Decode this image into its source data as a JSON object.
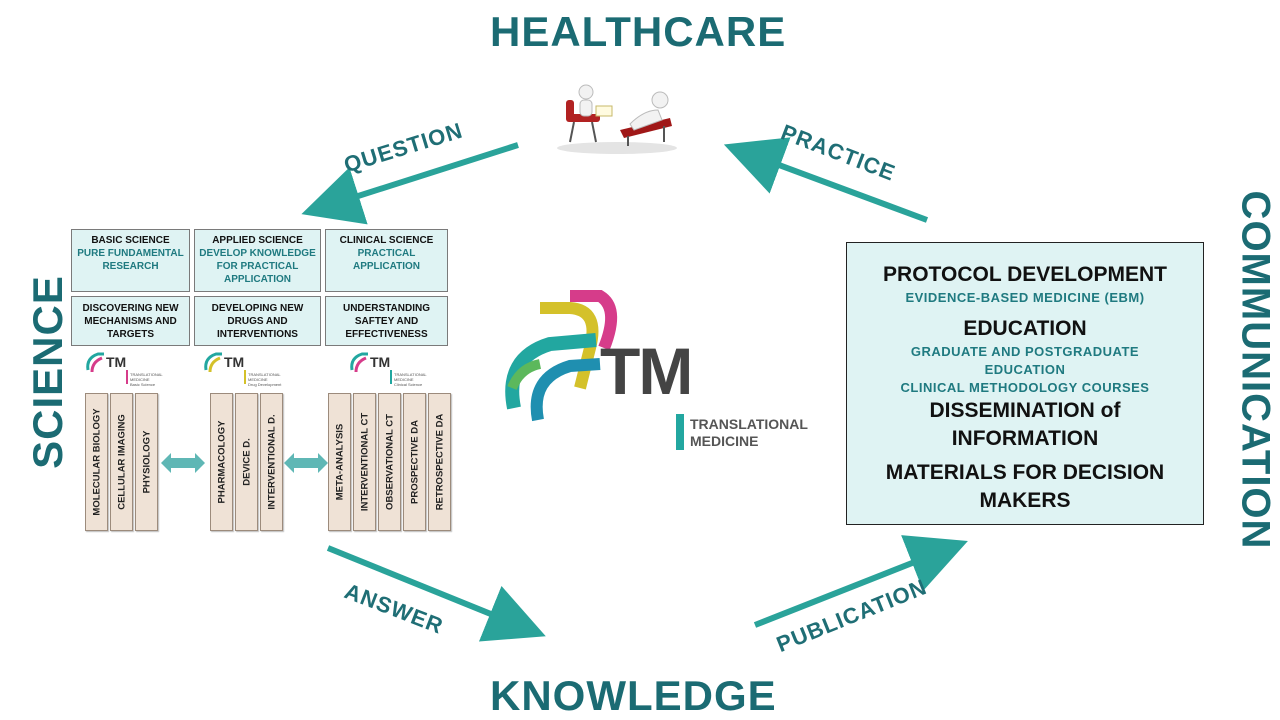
{
  "titles": {
    "healthcare": "HEALTHCARE",
    "science": "SCIENCE",
    "communication": "COMMUNICATION",
    "knowledge": "KNOWLEDGE"
  },
  "arrows": {
    "question": "QUESTION",
    "practice": "PRACTICE",
    "answer": "ANSWER",
    "publication": "PUBLICATION"
  },
  "science_grid": {
    "columns": [
      {
        "head": "BASIC SCIENCE",
        "sub": "PURE FUNDAMENTAL RESEARCH",
        "desc": "DISCOVERING NEW MECHANISMS AND TARGETS"
      },
      {
        "head": "APPLIED SCIENCE",
        "sub": "DEVELOP KNOWLEDGE FOR PRACTICAL APPLICATION",
        "desc": "DEVELOPING NEW DRUGS AND INTERVENTIONS"
      },
      {
        "head": "CLINICAL SCIENCE",
        "sub": "PRACTICAL APPLICATION",
        "desc": "UNDERSTANDING SAFTEY AND EFFECTIVENESS"
      }
    ]
  },
  "pillar_groups": [
    {
      "items": [
        "MOLECULAR BIOLOGY",
        "CELLULAR IMAGING",
        "PHYSIOLOGY"
      ],
      "logo_sub": "Basic Science",
      "accent": "#d63c8a"
    },
    {
      "items": [
        "PHARMACOLOGY",
        "DEVICE D.",
        "INTERVENTIONAL D."
      ],
      "logo_sub": "Drug Development",
      "accent": "#d4c12a"
    },
    {
      "items": [
        "META-ANALYSIS",
        "INTERVENTIONAL CT",
        "OBSERVATIONAL CT",
        "PROSPECTIVE DA",
        "RETROSPECTIVE DA"
      ],
      "logo_sub": "Clinical Science",
      "accent": "#22a7a0"
    }
  ],
  "mini_logo": {
    "mark": "TM",
    "small_text": "TRANSLATIONAL MEDICINE"
  },
  "center_logo": {
    "mark": "TM",
    "line1": "TRANSLATIONAL",
    "line2": "MEDICINE"
  },
  "communication_box": {
    "items": [
      {
        "head": "PROTOCOL DEVELOPMENT",
        "sub": [
          "EVIDENCE-BASED MEDICINE (EBM)"
        ]
      },
      {
        "head": "EDUCATION",
        "sub": [
          "GRADUATE AND POSTGRADUATE EDUCATION",
          "CLINICAL METHODOLOGY COURSES"
        ]
      },
      {
        "head": "DISSEMINATION of INFORMATION",
        "sub": []
      },
      {
        "head": "MATERIALS FOR DECISION MAKERS",
        "sub": []
      }
    ]
  },
  "colors": {
    "teal_dark": "#1b6b73",
    "arrow": "#2aa39a",
    "box_fill": "#dff3f3",
    "pillar_fill": "#efe2d6"
  },
  "icons": [
    "doctor-patient-figure",
    "double-arrow-icon",
    "tm-logo"
  ]
}
